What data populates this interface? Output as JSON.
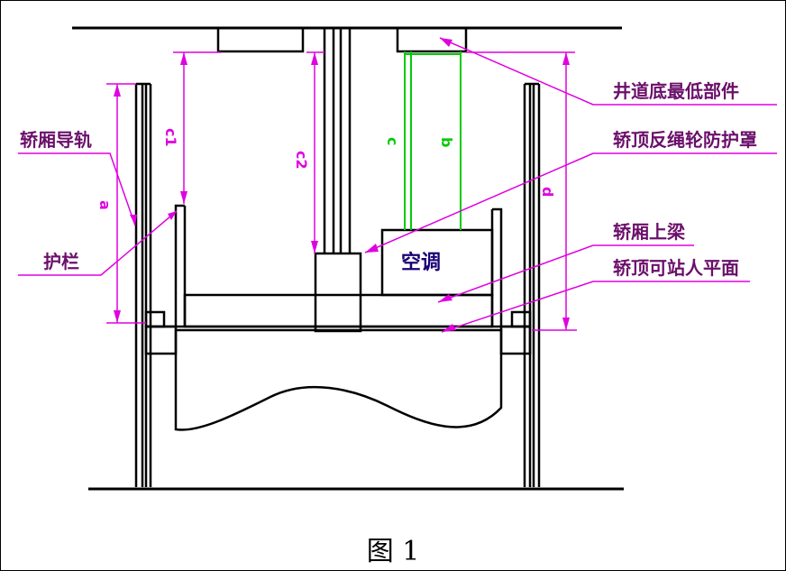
{
  "labels": {
    "pit_lowest_part": "井道底最低部件",
    "car_top_sheave_guard": "轿顶反绳轮防护罩",
    "car_top_beam": "轿厢上梁",
    "car_top_standing_surface": "轿顶可站人平面",
    "car_guide_rail": "轿厢导轨",
    "guardrail": "护栏",
    "air_conditioner": "空调"
  },
  "dimensions": {
    "c1": "c1",
    "c2": "c2",
    "c": "c",
    "b": "b",
    "a": "a",
    "d": "d"
  },
  "caption": "图 1",
  "colors": {
    "magenta": "#e000e0",
    "label_text": "#6b0f6b",
    "green": "#00cc00",
    "line": "#000000"
  }
}
